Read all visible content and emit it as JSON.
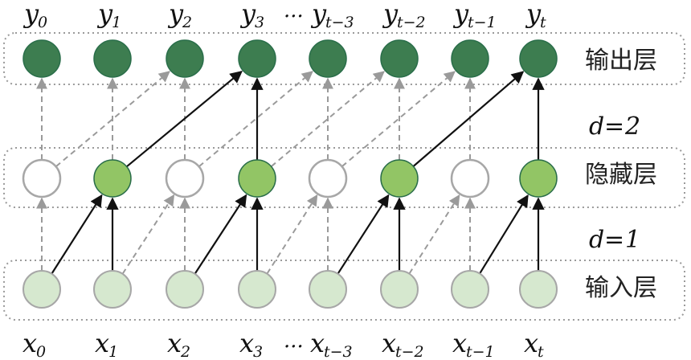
{
  "colors": {
    "output_node": "#3d7d50",
    "hidden_active": "#92c565",
    "hidden_inactive": "#ffffff",
    "input_node": "#d6e8cf",
    "node_stroke_gray": "#a7a7a7",
    "active_stroke": "#2a6e4a",
    "dashed_arrow": "#9a9a9a",
    "solid_arrow": "#111111",
    "layer_box": "#9a9a9a"
  },
  "layers": {
    "output": {
      "label": "输出层"
    },
    "hidden": {
      "label": "隐藏层"
    },
    "input": {
      "label": "输入层"
    }
  },
  "dilations": {
    "upper": {
      "var": "d",
      "eq": "=",
      "val": "2"
    },
    "lower": {
      "var": "d",
      "eq": "=",
      "val": "1"
    }
  },
  "output_labels": [
    {
      "base": "y",
      "sub": "0"
    },
    {
      "base": "y",
      "sub": "1"
    },
    {
      "base": "y",
      "sub": "2"
    },
    {
      "base": "y",
      "sub": "3"
    },
    {
      "base": "y",
      "sub": "t−3"
    },
    {
      "base": "y",
      "sub": "t−2"
    },
    {
      "base": "y",
      "sub": "t−1"
    },
    {
      "base": "y",
      "sub": "t"
    }
  ],
  "input_labels": [
    {
      "base": "x",
      "sub": "0"
    },
    {
      "base": "x",
      "sub": "1"
    },
    {
      "base": "x",
      "sub": "2"
    },
    {
      "base": "x",
      "sub": "3"
    },
    {
      "base": "x",
      "sub": "t−3"
    },
    {
      "base": "x",
      "sub": "t−2"
    },
    {
      "base": "x",
      "sub": "t−1"
    },
    {
      "base": "x",
      "sub": "t"
    }
  ],
  "ellipsis": "···",
  "hidden_active": [
    false,
    true,
    false,
    true,
    false,
    true,
    false,
    true
  ],
  "output_highlight": [
    3,
    7
  ]
}
